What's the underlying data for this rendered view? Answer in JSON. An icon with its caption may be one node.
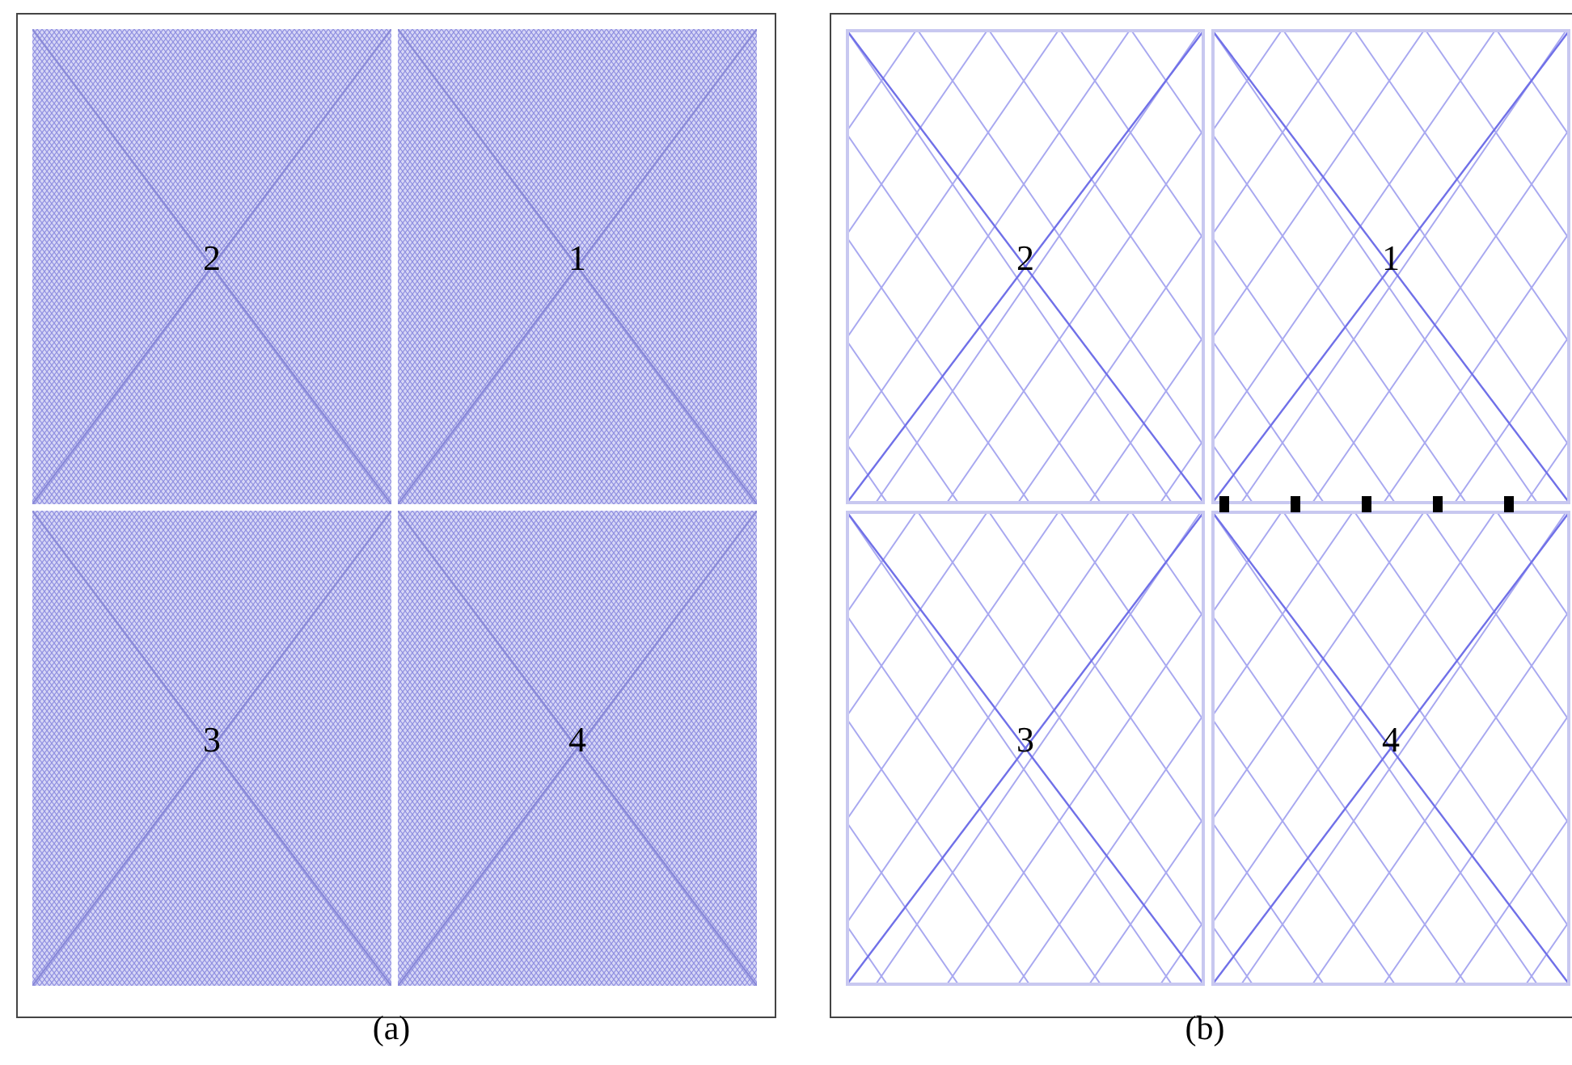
{
  "diagram": {
    "nodes": [
      {
        "text": [
          "(a)"
        ]
      },
      {
        "text": [
          "2"
        ],
        "in": 0
      },
      {
        "text": [
          "1"
        ],
        "in": 0
      },
      {
        "text": [
          "3"
        ],
        "in": 0
      },
      {
        "text": [
          "4"
        ],
        "in": 0
      },
      {
        "text": [
          "(b)"
        ]
      },
      {
        "text": [
          "2"
        ],
        "in": 5
      },
      {
        "text": [
          "1"
        ],
        "in": 5
      },
      {
        "text": [
          "3"
        ],
        "in": 5
      },
      {
        "text": [
          "4"
        ],
        "in": 5
      }
    ]
  }
}
